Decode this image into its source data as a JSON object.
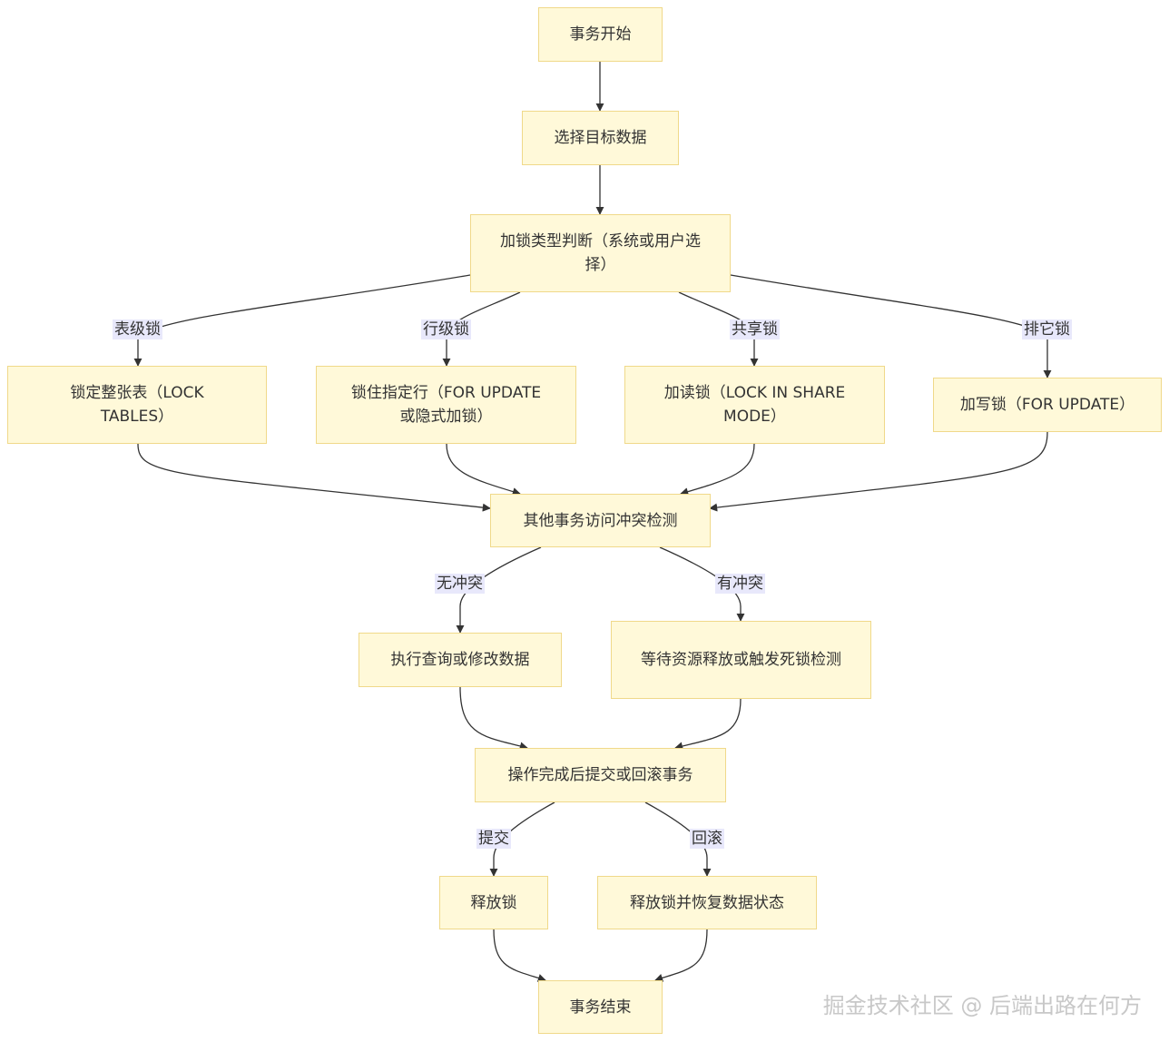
{
  "nodes": {
    "start": "事务开始",
    "select": "选择目标数据",
    "judge": "加锁类型判断（系统或用户选择）",
    "table_lock": "锁定整张表（LOCK TABLES）",
    "row_lock": "锁住指定行（FOR UPDATE或隐式加锁）",
    "read_lock": "加读锁（LOCK IN SHARE MODE）",
    "write_lock": "加写锁（FOR UPDATE）",
    "conflict": "其他事务访问冲突检测",
    "execute": "执行查询或修改数据",
    "wait": "等待资源释放或触发死锁检测",
    "finish": "操作完成后提交或回滚事务",
    "release": "释放锁",
    "release_restore": "释放锁并恢复数据状态",
    "end": "事务结束"
  },
  "edge_labels": {
    "table": "表级锁",
    "row": "行级锁",
    "shared": "共享锁",
    "exclusive": "排它锁",
    "no_conflict": "无冲突",
    "has_conflict": "有冲突",
    "commit": "提交",
    "rollback": "回滚"
  },
  "watermark": "掘金技术社区 @ 后端出路在何方",
  "colors": {
    "node_fill": "#fff9d9",
    "node_border": "#f0d98a",
    "edge": "#333333",
    "label_bg": "#e8e8fb"
  }
}
